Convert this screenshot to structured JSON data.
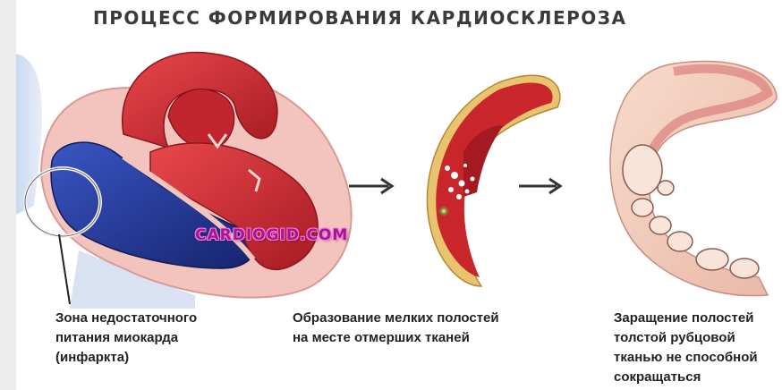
{
  "title": "ПРОЦЕСС ФОРМИРОВАНИЯ КАРДИОСКЛЕРОЗА",
  "watermark": "CARDIOGID.COM",
  "steps": [
    {
      "caption_lines": [
        "Зона недостаточного",
        "питания миокарда",
        "(инфаркта)"
      ]
    },
    {
      "caption_lines": [
        "Образование мелких полостей",
        "на месте отмерших тканей"
      ]
    },
    {
      "caption_lines": [
        "Заращение полостей",
        "толстой рубцовой",
        "тканью не способной",
        "сокращаться"
      ]
    }
  ],
  "colors": {
    "myocardium": "#d8323a",
    "blood_vessel_blue": "#2a3f9c",
    "scar_tissue": "#f2d8c6",
    "arrow": "#333333"
  }
}
